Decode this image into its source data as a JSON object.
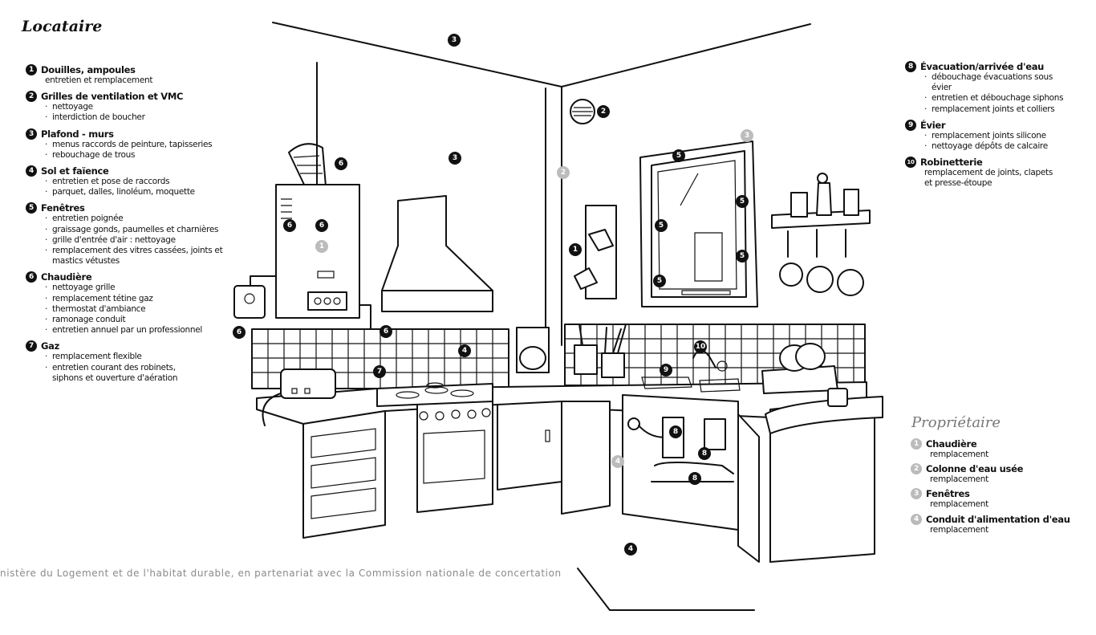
{
  "tenant": {
    "title": "Locataire",
    "items": [
      {
        "num": "1",
        "title": "Douilles, ampoules",
        "plain": "entretien et remplacement"
      },
      {
        "num": "2",
        "title": "Grilles de ventilation et VMC",
        "bullets": [
          "nettoyage",
          "interdiction de boucher"
        ]
      },
      {
        "num": "3",
        "title": "Plafond - murs",
        "bullets": [
          "menus raccords de peinture, tapisseries",
          "rebouchage de trous"
        ]
      },
      {
        "num": "4",
        "title": "Sol et faïence",
        "bullets": [
          "entretien et pose de raccords",
          "parquet, dalles, linoléum, moquette"
        ]
      },
      {
        "num": "5",
        "title": "Fenêtres",
        "bullets": [
          "entretien poignée",
          "graissage gonds, paumelles et charnières",
          "grille d'entrée d'air : nettoyage",
          "remplacement des vitres cassées, joints et mastics vétustes"
        ]
      },
      {
        "num": "6",
        "title": "Chaudière",
        "bullets": [
          "nettoyage grille",
          "remplacement tétine gaz",
          "thermostat d'ambiance",
          "ramonage conduit",
          "entretien annuel par un professionnel"
        ]
      },
      {
        "num": "7",
        "title": "Gaz",
        "bullets": [
          "remplacement flexible",
          "entretien courant des robinets, siphons et ouverture d'aération"
        ]
      },
      {
        "num": "8",
        "title": "Évacuation/arrivée d'eau",
        "bullets": [
          "débouchage évacuations sous évier",
          "entretien et débouchage siphons",
          "remplacement joints et colliers"
        ]
      },
      {
        "num": "9",
        "title": "Évier",
        "bullets": [
          "remplacement joints silicone",
          "nettoyage dépôts de calcaire"
        ]
      },
      {
        "num": "10",
        "title": "Robinetterie",
        "plain": "remplacement de joints, clapets et presse-étoupe"
      }
    ]
  },
  "owner": {
    "title": "Propriétaire",
    "items": [
      {
        "num": "1",
        "title": "Chaudière",
        "detail": "remplacement"
      },
      {
        "num": "2",
        "title": "Colonne d'eau usée",
        "detail": "remplacement"
      },
      {
        "num": "3",
        "title": "Fenêtres",
        "detail": "remplacement"
      },
      {
        "num": "4",
        "title": "Conduit d'alimentation d'eau",
        "detail": "remplacement"
      }
    ]
  },
  "markers": {
    "ceiling": "3",
    "wall_left": "3",
    "vent": "2",
    "boiler_pipe": "6",
    "boiler_body_a": "6",
    "boiler_body_b": "6",
    "boiler_owner": "1",
    "thermostat": "6",
    "gas_valve": "6",
    "gas_flexible": "7",
    "tiles": "4",
    "floor": "4",
    "lamp": "1",
    "column": "2",
    "window_top": "5",
    "window_left": "5",
    "window_right": "5",
    "window_right2": "5",
    "window_bottom": "5",
    "window_owner": "3",
    "tap": "10",
    "sink": "9",
    "siphon": "8",
    "drain_a": "8",
    "drain_b": "8",
    "water_supply_owner": "4"
  },
  "footer": "nistère du Logement et de l'habitat durable, en partenariat avec la Commission nationale de concertation",
  "colors": {
    "ink": "#111111",
    "owner_grey": "#bcbcbc",
    "footer_grey": "#8a8a8a"
  }
}
